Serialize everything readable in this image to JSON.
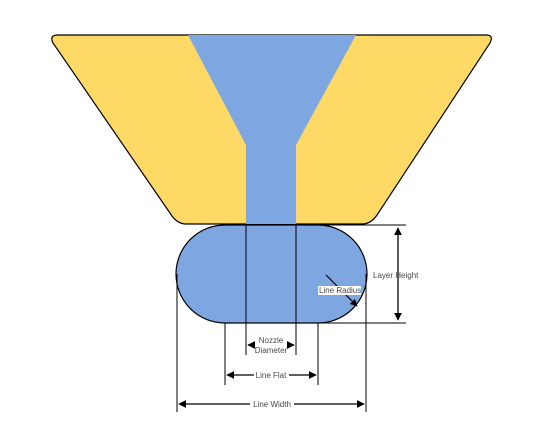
{
  "labels": {
    "layer_height": "Layer Height",
    "line_radius": "Line Radius",
    "nozzle_line1": "Nozzle",
    "nozzle_line2": "Diameter",
    "line_flat": "Line Flat",
    "line_width": "Line Width"
  },
  "colors": {
    "nozzle_body": "#FFD966",
    "nozzle_channel": "#7EA6E0",
    "extruded_line": "#7EA6E0",
    "outline": "#000000",
    "label_text": "#4a4a4a"
  }
}
